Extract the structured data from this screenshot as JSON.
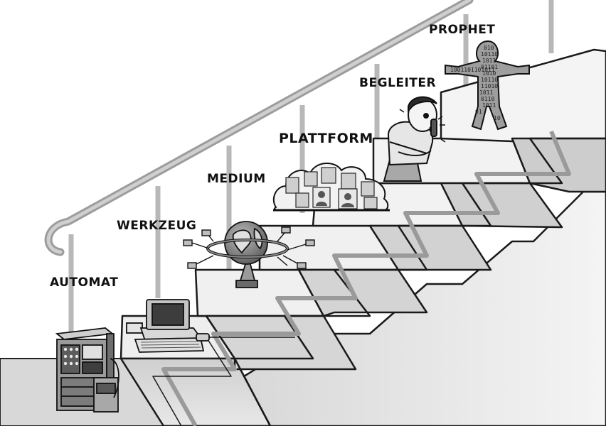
{
  "illustration": {
    "steps": [
      {
        "label": "AUTOMAT"
      },
      {
        "label": "WERKZEUG"
      },
      {
        "label": "MEDIUM"
      },
      {
        "label": "PLATTFORM"
      },
      {
        "label": "BEGLEITER"
      },
      {
        "label": "PROPHET"
      }
    ],
    "prophet_binary": [
      "010",
      "10110",
      "1011",
      "01101",
      "1010",
      "10110",
      "11010",
      "1011",
      "0110",
      "1011",
      "01",
      "10"
    ],
    "prophet_arms_binary": "1001101101011",
    "colors": {
      "stairs_light": "#e6e6e6",
      "stairs_mid": "#bdbdbd",
      "stairs_dark": "#8e8e8e",
      "rail": "#b5b5b5",
      "outline": "#111111"
    }
  }
}
